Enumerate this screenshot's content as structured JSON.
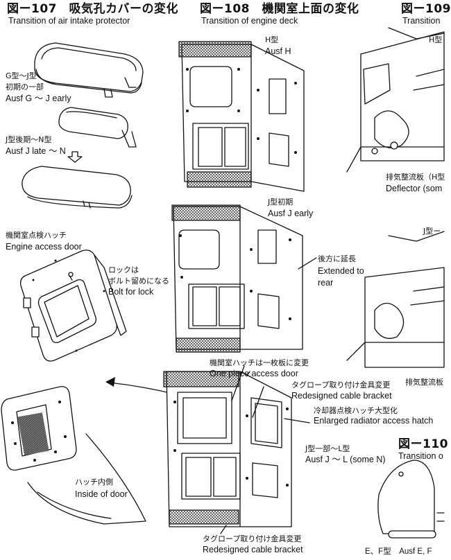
{
  "figures": {
    "f107": {
      "title": "図ー107　吸気孔カバーの変化",
      "subtitle": "Transition of air intake protector"
    },
    "f108": {
      "title": "図ー108　機関室上面の変化",
      "subtitle": "Transition of engine deck"
    },
    "f109": {
      "title": "図ー109",
      "subtitle": "Transition"
    },
    "f110": {
      "title": "図ー110",
      "subtitle": "Transition o"
    }
  },
  "labels": {
    "g_j_jp1": "G型～J型",
    "g_j_jp2": "初期の一部",
    "g_j_en": "Ausf G ～ J early",
    "jlate_jp": "J型後期～N型",
    "jlate_en": "Ausf J late ～ N",
    "door_jp": "機関室点検ハッチ",
    "door_en": "Engine access door",
    "lock_jp1": "ロックは",
    "lock_jp2": "ボルト留めになる",
    "lock_en": "Bolt for lock",
    "inside_jp": "ハッチ内側",
    "inside_en": "Inside of door",
    "h_jp": "H型",
    "h_en": "Ausf H",
    "jearly_jp": "J型初期",
    "jearly_en": "Ausf J early",
    "ext_jp": "後方に延長",
    "ext_en1": "Extended to",
    "ext_en2": "rear",
    "onepiece_jp": "機関室ハッチは一枚板に変更",
    "onepiece_en": "One piece access door",
    "cable1_jp": "タグロープ取り付け金具変更",
    "cable1_en": "Redesigned cable bracket",
    "rad_jp": "冷却器点検ハッチ大型化",
    "rad_en": "Enlarged radiator access hatch",
    "jl_jp": "J型一部～L型",
    "jl_en": "Ausf J ～ L (some N)",
    "cable2_jp": "タグロープ取り付け金具変更",
    "cable2_en": "Redesigned cable bracket",
    "h109_jp": "H型",
    "defl_jp": "排気整流板（H型",
    "defl_en": "Deflector (som",
    "j109_jp": "J型ー",
    "defl2_jp": "排気整流板",
    "ef_label": "E、F型　Ausf E, F"
  }
}
